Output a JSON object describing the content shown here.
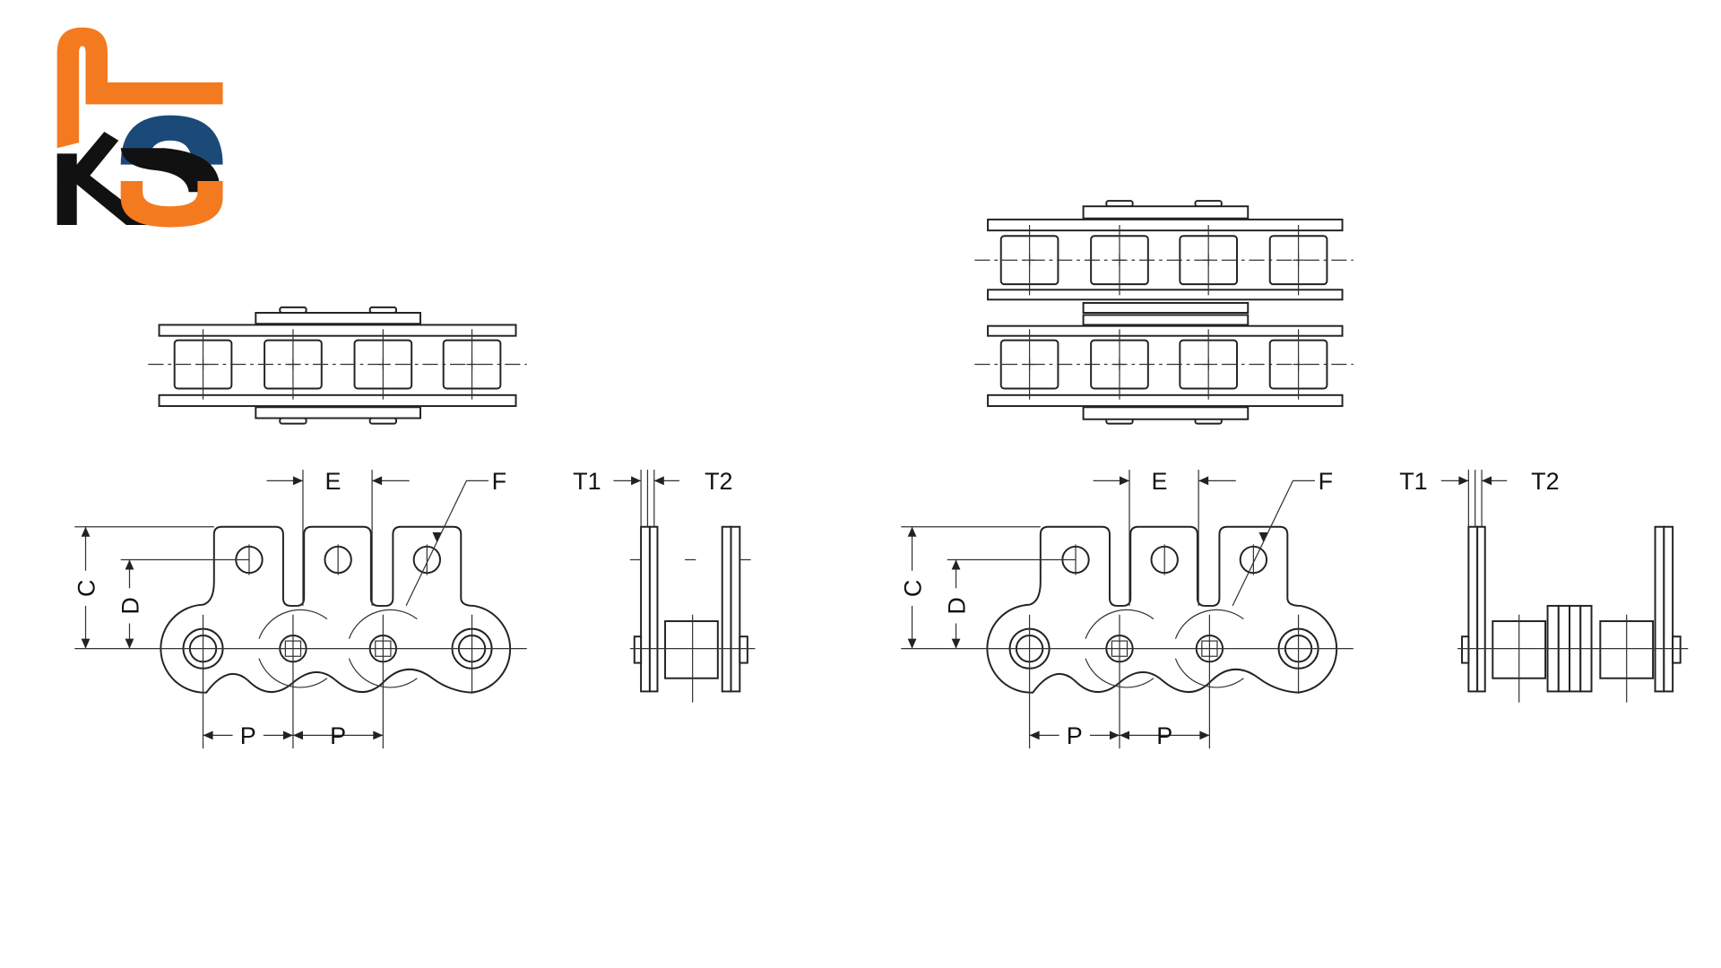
{
  "logo": {
    "text": "KS",
    "colors": {
      "orange": "#f47a20",
      "black": "#111111",
      "blue": "#1b4a78"
    }
  },
  "single_strand": {
    "labels": {
      "E": "E",
      "F": "F",
      "T1": "T1",
      "T2": "T2",
      "C": "C",
      "D": "D",
      "P1": "P",
      "P2": "P"
    }
  },
  "double_strand": {
    "labels": {
      "E": "E",
      "F": "F",
      "T1": "T1",
      "T2": "T2",
      "C": "C",
      "D": "D",
      "P1": "P",
      "P2": "P"
    }
  }
}
